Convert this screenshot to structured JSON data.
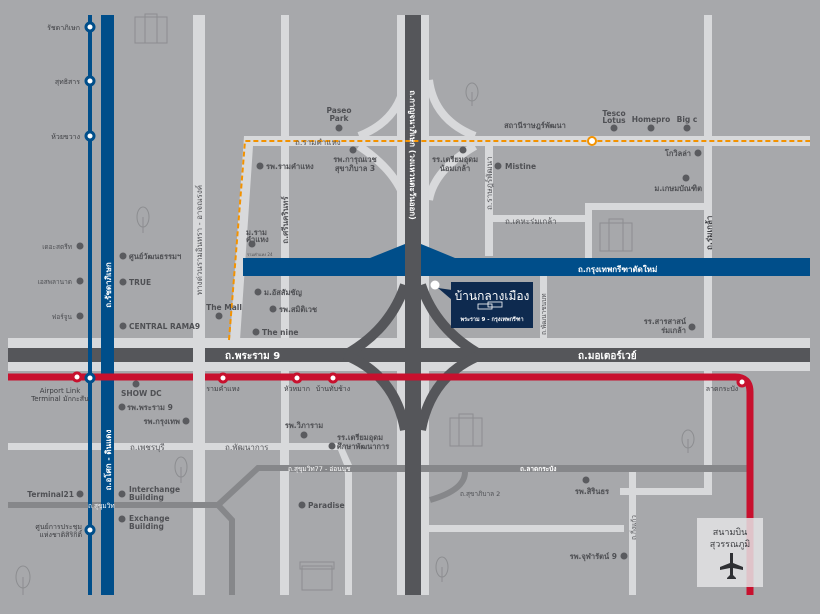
{
  "colors": {
    "background": "#a7a8ab",
    "light_road": "#d8d9db",
    "blue_road": "#004e8a",
    "mrt_line": "#004e8a",
    "airport_link": "#c8102e",
    "expressway": "#55565a",
    "orange_line": "#f39200",
    "project_box": "#0e2a4f"
  },
  "project": {
    "name": "บ้านกลางเมือง",
    "subtitle": "พระราม 9 - กรุงเทพกรีฑา"
  },
  "mrt_stations": [
    "รัชดาภิเษก",
    "สุทธิสาร",
    "ห้วยขวาง",
    "ศูนย์การประชุม",
    "แห่งชาติสิริกิติ์"
  ],
  "airport_link": {
    "terminal_1": "Airport Link",
    "terminal_2": "Terminal มักกะสัน",
    "stations": [
      "รามคำแหง",
      "หัวหมาก",
      "บ้านทับช้าง",
      "ลาดกระบัง"
    ]
  },
  "orange_line_station": "สถานีราษฎร์พัฒนา",
  "roads": {
    "ratchada": "ถ.รัชดาภิเษก",
    "asok": "ถ.อโศก - ดินแดง",
    "expressway": "ทางด่วนรามอินทรา - อาจณรงค์",
    "srinakarin": "ถ.ศรีนครินทร์",
    "kanchana": "ถ.กาญจนาภิเษก (วงแหวนตะวันออก)",
    "ramkhamhaeng": "ถ.รามคำแหง",
    "ram24": "รามคำแหง 24",
    "ratphatthana": "ถ.ราษฎร์พัฒนา",
    "kheha": "ถ.เคหะร่มเกล้า",
    "romklao": "ถ.ร่มเกล้า",
    "krungthep_kreetha": "ถ.กรุงเทพกรีฑาตัดใหม่",
    "rama9": "ถ.พระราม 9",
    "motorway": "ถ.มอเตอร์เวย์",
    "phetchaburi": "ถ.เพชรบุรี",
    "phatthanakan": "ถ.พัฒนาการ",
    "sukhumvit77": "ถ.สุขุมวิท77 - อ่อนนุช",
    "latkrabang": "ถ.ลาดกระบัง",
    "sukhaphiban2": "ถ.สุขาภิบาล 2",
    "kingkaeo": "ถ.กิ่งแก้ว",
    "sukhumvit": "ถ.สุขุมวิท",
    "phatthana_chonnabot": "ถ.พัฒนาชนบท"
  },
  "pois": {
    "the_street": "เดอะสตรีท",
    "esplanade": "เอสพลานาด",
    "fortune": "ฟอร์จูน",
    "cultural": "ศูนย์วัฒนธรรมฯ",
    "true": "TRUE",
    "central": "CENTRAL RAMA9",
    "showdc": "SHOW DC",
    "rama9_hosp": "รพ.พระราม 9",
    "bkk_hosp": "รพ.กรุงเทพ",
    "terminal21": "Terminal21",
    "interchange_1": "Interchange",
    "interchange_2": "Building",
    "exchange_1": "Exchange",
    "exchange_2": "Building",
    "paseo_1": "Paseo",
    "paseo_2": "Park",
    "ram_hosp": "รพ.รามคำแหง",
    "karun_1": "รพ.การุณเวช",
    "karun_2": "สุขาภิบาล 3",
    "triam_1": "รร.เตรียมอุดม",
    "triam_2": "น้อมเกล้า",
    "mistine": "Mistine",
    "ru_1": "ม.ราม",
    "ru_2": "คำแหง",
    "abac": "ม.อัสสัมชัญ",
    "samitivej": "รพ.สมิติเวช",
    "thenine": "The nine",
    "themall": "The Mall",
    "tesco_1": "Tesco",
    "tesco_2": "Lotus",
    "homepro": "Homepro",
    "bigc": "Big c",
    "kowilla": "โกวิลล่า",
    "kasem": "ม.เกษมบัณฑิต",
    "sarasas_1": "รร.สารสาสน์",
    "sarasas_2": "ร่มเกล้า",
    "wiparam": "รพ.วิภาราม",
    "triam2_1": "รร.เตรียมอุดม",
    "triam2_2": "ศึกษาพัฒนาการ",
    "paradise": "Paradise",
    "sirindhorn": "รพ.สิรินธร",
    "chularat": "รพ.จุฬารัตน์ 9"
  },
  "airport": {
    "line1": "สนามบิน",
    "line2": "สุวรรณภูมิ"
  }
}
